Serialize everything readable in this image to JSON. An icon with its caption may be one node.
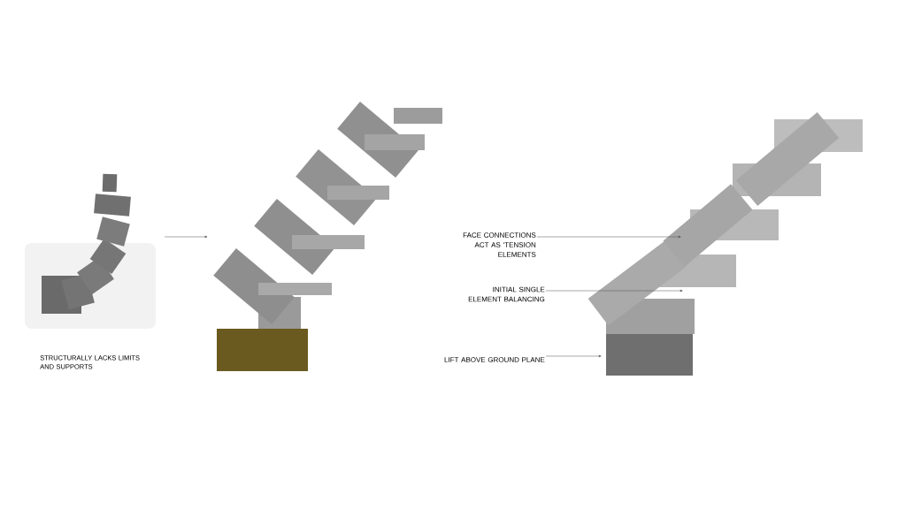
{
  "diagram": {
    "nodes": [
      {
        "text": [],
        "shape": "picture",
        "beside": [
          "STRUCTURALLY LACKS LIMITS AND SUPPORTS"
        ]
      },
      {
        "text": [],
        "shape": "picture"
      },
      {
        "text": [],
        "shape": "picture"
      },
      {
        "text": [
          "FACE CONNECTIONS ACT AS ‘TENSION ELEMENTS"
        ]
      },
      {
        "text": [
          "INITIAL SINGLE ELEMENT BALANCING"
        ]
      },
      {
        "text": [
          "LIFT ABOVE GROUND PLANE"
        ]
      }
    ],
    "edges": [
      {
        "from": 0,
        "to": 1,
        "arrow": "to"
      },
      {
        "from": 3,
        "to": 2,
        "arrow": "to"
      },
      {
        "from": 4,
        "to": 2,
        "arrow": "to"
      },
      {
        "from": 5,
        "to": 2,
        "arrow": "to"
      }
    ]
  }
}
